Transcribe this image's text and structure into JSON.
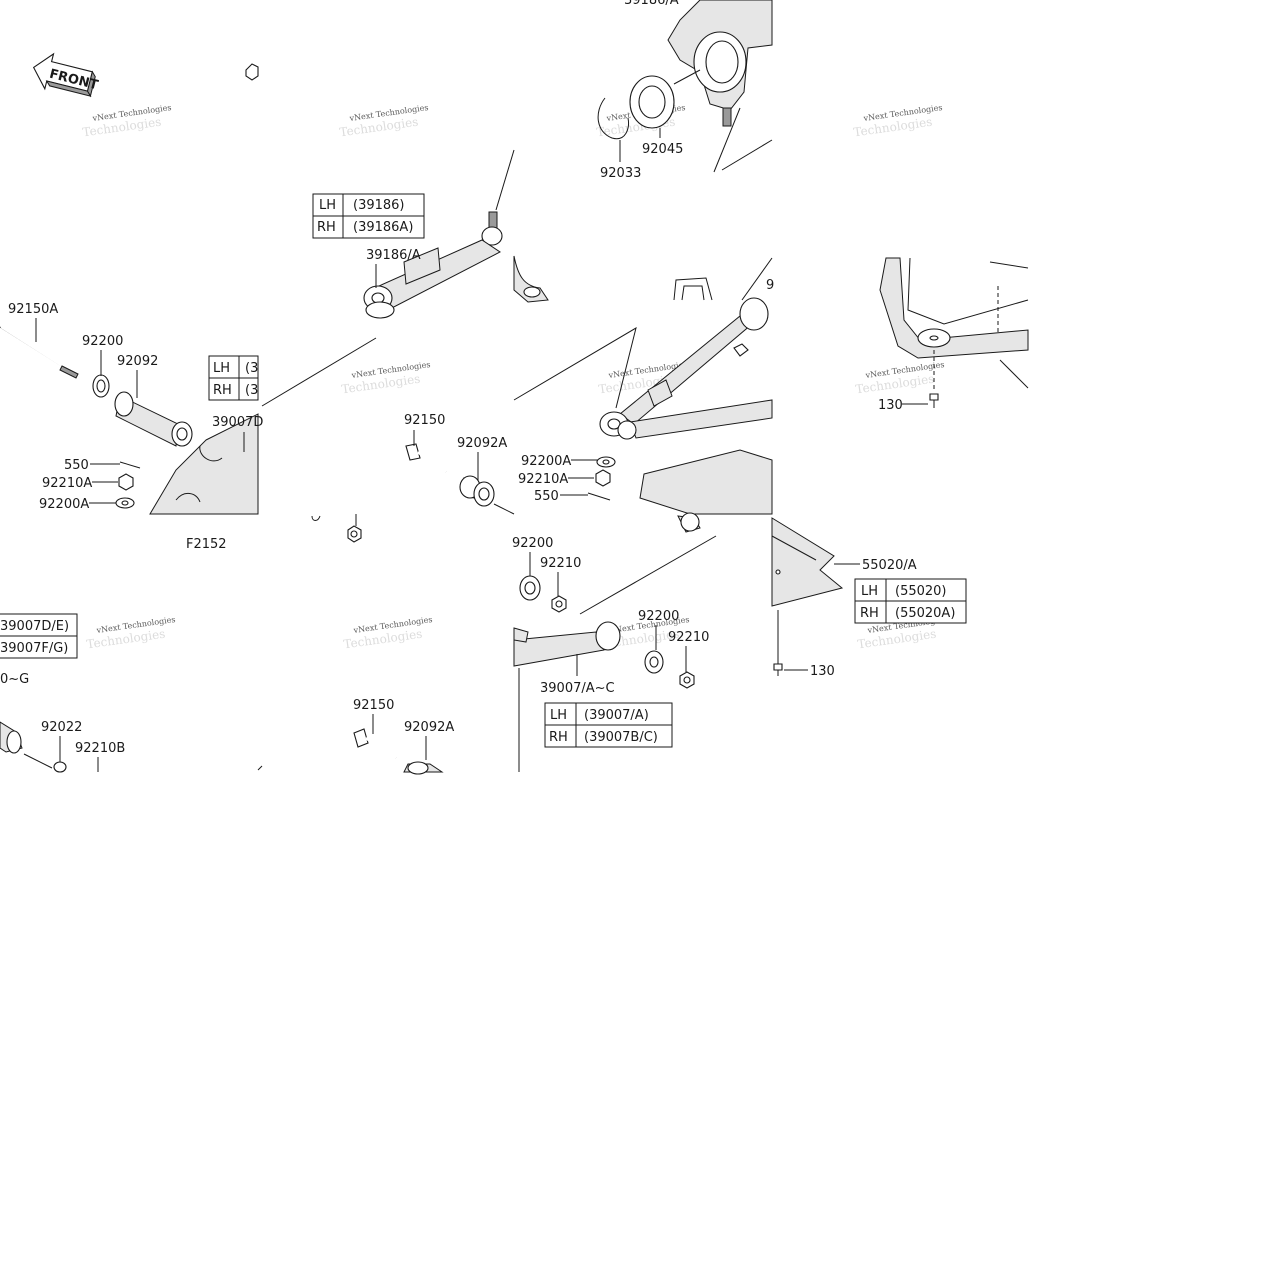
{
  "diagram_code": "F2152",
  "front_label": "FRONT",
  "watermark": {
    "line1": "vNext Technologies",
    "line2": "Technologies"
  },
  "callouts": {
    "c39186_a_top": "39186/A",
    "c92045": "92045",
    "c92033": "92033",
    "c39186_a": "39186/A",
    "c92150A": "92150A",
    "c92200_a": "92200",
    "c92092": "92092",
    "c39007D": "39007D",
    "c550_a": "550",
    "c92210A_a": "92210A",
    "c92200A_a": "92200A",
    "c92150_a": "92150",
    "c92092A_a": "92092A",
    "c92200A_b": "92200A",
    "c92210A_b": "92210A",
    "c550_b": "550",
    "c130_a": "130",
    "c9": "9",
    "c92200_b": "92200",
    "c92210_a": "92210",
    "c92200_c": "92200",
    "c92210_b": "92210",
    "c39007_a_c": "39007/A~C",
    "c55020_a": "55020/A",
    "c130_b": "130",
    "c0_g": "0~G",
    "c92022": "92022",
    "c92210B": "92210B",
    "c92150_b": "92150",
    "c92092A_b": "92092A"
  },
  "tables": {
    "t39186": {
      "lh_label": "LH",
      "lh_value": "(39186)",
      "rh_label": "RH",
      "rh_value": "(39186A)"
    },
    "t_partial": {
      "lh_label": "LH",
      "lh_value": "(3",
      "rh_label": "RH",
      "rh_value": "(3"
    },
    "t39007D": {
      "lh_value": "39007D/E)",
      "rh_value": "39007F/G)"
    },
    "t39007": {
      "lh_label": "LH",
      "lh_value": "(39007/A)",
      "rh_label": "RH",
      "rh_value": "(39007B/C)"
    },
    "t55020": {
      "lh_label": "LH",
      "lh_value": "(55020)",
      "rh_label": "RH",
      "rh_value": "(55020A)"
    }
  }
}
